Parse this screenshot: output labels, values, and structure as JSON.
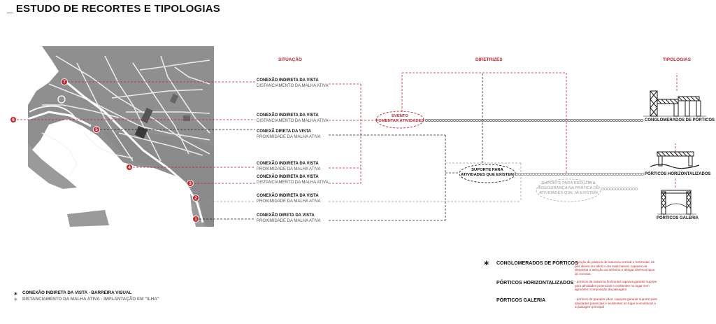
{
  "page": {
    "title": "_ ESTUDO DE RECORTES E TIPOLOGIAS"
  },
  "columns": {
    "situacao": "SITUAÇÃO",
    "diretrizes": "DIRETRIZES",
    "tipologias": "TIPOLOGIAS"
  },
  "map": {
    "markers": [
      "7",
      "6",
      "5",
      "4",
      "3",
      "2",
      "1"
    ]
  },
  "situations": [
    {
      "a": "CONEXÃO INDIRETA DA VISTA",
      "b": "DISTANCIAMENTO DA MALHA ATIVA"
    },
    {
      "a": "CONEXÃO INDIRETA DA VISTA",
      "b": "DISTANCIAMENTO DA MALHA ATIVA"
    },
    {
      "a": "CONEXÃ DIRETA DA VISTA",
      "b": "PROXIMIDADE DA MALHA ATIVA"
    },
    {
      "a": "CONEXÃO INDIRETA DA VISTA",
      "b": "PROXIMIDADE DA MALHA ATIVA"
    },
    {
      "a": "CONEXÃO INDIRETA DA VISTA",
      "b": "DISTANCIAMENTO DA MALHA ATIVA"
    },
    {
      "a": "CONEXÃO INDIRETA DA VISTA",
      "b": "PROXIMIDADE DA MALHA ATIVA"
    },
    {
      "a": "CONEXÃO DIRETA DA VISTA",
      "b": "PROXIMIDADE DA MALHA ATIVA"
    }
  ],
  "nodes": {
    "evento_1": "EVENTO",
    "evento_2": "FOMENTAR ATIVIDADES",
    "suporte_1": "SUPORTE PARA",
    "suporte_2": "ATIVIDADES QUE EXISTEM",
    "inseg_1": "SUPORTE  PARA  REDUZIR  A",
    "inseg_2": "INSEGURANÇA  NA  PRÁTICA  DE",
    "inseg_3": "ATIVIDADES QUE JÁ EXISTEM"
  },
  "typologies": {
    "conglomerados": "CONGLOMERADOS DE PÓRTICOS",
    "horizontalizados": "PÓRTICOS HORIZONTALIZADOS",
    "galeria": "PÓRTICOS GALERIA"
  },
  "definitions": [
    {
      "name": "CONGLOMERADOS DE PÓRTICOS",
      "desc": "- junção de pórticos de natureza vertical e horizontal, de pés direito ora altos e ora mais baixos, capazes de despertar a atenção ao território e abrigar diversos tipos de eventos."
    },
    {
      "name": "PÓRTICOS HORIZONTALIZADOS",
      "desc": "- pórticos de natureza horizontal capazes garantir suporte para atividades potenciais e existentes no lugar sem agredirem composição da paisagem."
    },
    {
      "name": "PÓRTICOS GALERIA",
      "desc": "- pórticos de grandes vãos, capazes garantir suporte para atividades potenciais e existentes no lugar e emoldurar a a paisagem principal"
    }
  ],
  "legend": {
    "item1": "CONEXÃO INDIRETA DA VISTA - BARREIRA VISUAL",
    "item2": "DISTANCIAMENTO DA MALHA ATIVA - IMPLANTAÇÃO EM \"ILHA\""
  },
  "colors": {
    "accent": "#c0242b",
    "map_land": "#8f8f8f",
    "map_road": "#f2f2f2",
    "water": "#ffffff"
  }
}
